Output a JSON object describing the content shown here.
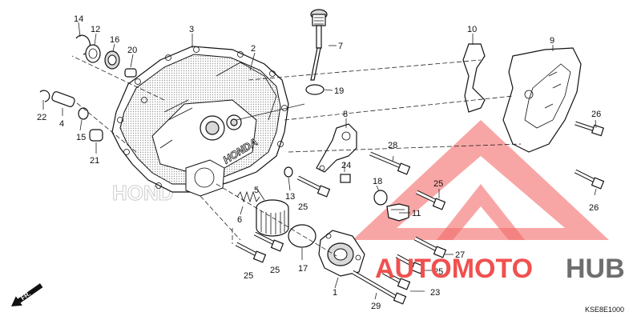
{
  "diagram_code": "KSE8E1000",
  "front_label": "FR.",
  "brand_on_cover": "HONDA",
  "watermark": {
    "text_left": "AUTOMOTO",
    "text_right": "HUB",
    "color_accent": "#f0504f",
    "color_dark": "#6e6e6e"
  },
  "callouts": [
    {
      "id": "c1",
      "label": "1"
    },
    {
      "id": "c2",
      "label": "2"
    },
    {
      "id": "c3",
      "label": "3"
    },
    {
      "id": "c4",
      "label": "4"
    },
    {
      "id": "c5",
      "label": "5"
    },
    {
      "id": "c6",
      "label": "6"
    },
    {
      "id": "c7",
      "label": "7"
    },
    {
      "id": "c8",
      "label": "8"
    },
    {
      "id": "c9",
      "label": "9"
    },
    {
      "id": "c10",
      "label": "10"
    },
    {
      "id": "c11",
      "label": "11"
    },
    {
      "id": "c12",
      "label": "12"
    },
    {
      "id": "c13",
      "label": "13"
    },
    {
      "id": "c14",
      "label": "14"
    },
    {
      "id": "c15",
      "label": "15"
    },
    {
      "id": "c16",
      "label": "16"
    },
    {
      "id": "c17",
      "label": "17"
    },
    {
      "id": "c18",
      "label": "18"
    },
    {
      "id": "c19",
      "label": "19"
    },
    {
      "id": "c20",
      "label": "20"
    },
    {
      "id": "c21",
      "label": "21"
    },
    {
      "id": "c22",
      "label": "22"
    },
    {
      "id": "c23",
      "label": "23"
    },
    {
      "id": "c24",
      "label": "24"
    },
    {
      "id": "c25a",
      "label": "25"
    },
    {
      "id": "c25b",
      "label": "25"
    },
    {
      "id": "c25c",
      "label": "25"
    },
    {
      "id": "c25d",
      "label": "25"
    },
    {
      "id": "c25e",
      "label": "25"
    },
    {
      "id": "c26a",
      "label": "26"
    },
    {
      "id": "c26b",
      "label": "26"
    },
    {
      "id": "c27",
      "label": "27"
    },
    {
      "id": "c28",
      "label": "28"
    },
    {
      "id": "c29",
      "label": "29"
    }
  ]
}
